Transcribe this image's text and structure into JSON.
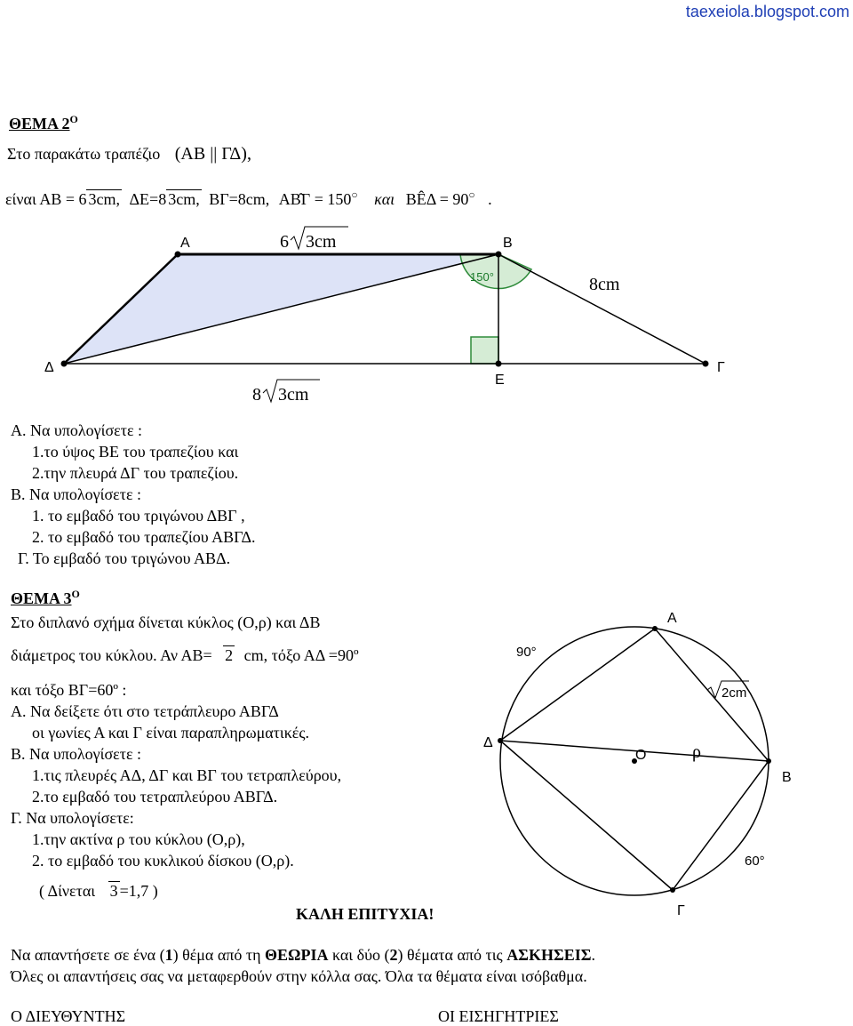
{
  "watermark": "taexeiola.blogspot.com",
  "theme2": {
    "title": "ΘΕΜΑ 2",
    "title_sup": "Ο",
    "intro": "Στο παρακάτω  τραπέζιο",
    "parallel": "(ΑΒ || ΓΔ),",
    "given_prefix": "είναι ΑΒ = 6",
    "given_ab_root": "3cm,",
    "given_e": "ΔΕ=8",
    "given_e_root": "3cm,",
    "given_bg": "ΒΓ=8cm,",
    "given_angle1": "ΑΒ̂Γ = 150",
    "kai": "και",
    "given_angle2": "ΒÊΔ = 90",
    "end_dot": ".",
    "figure": {
      "label_A": "Α",
      "label_B": "Β",
      "label_G": "Γ",
      "label_D": "Δ",
      "label_E": "Ε",
      "top_len_prefix": "6",
      "top_len_root": "3cm",
      "side_len": "8cm",
      "angle_label": "150°",
      "bottom_len_prefix": "8",
      "bottom_len_root": "3cm"
    },
    "qA": "Α. Να υπολογίσετε :",
    "qA1": "1.το ύψος ΒΕ του τραπεζίου και",
    "qA2": "2.την πλευρά ΔΓ του τραπεζίου.",
    "qB": "Β. Να υπολογίσετε :",
    "qB1": "1. το εμβαδό του τριγώνου ΔΒΓ  ,",
    "qB2": "2. το εμβαδό του τραπεζίου ΑΒΓΔ.",
    "qG": "Γ. Το εμβαδό του τριγώνου ΑΒΔ."
  },
  "theme3": {
    "title": "ΘΕΜΑ 3",
    "title_sup": "Ο",
    "l1": "Στο διπλανό σχήμα δίνεται κύκλος (Ο,ρ)  και ΔΒ",
    "l2_prefix": "διάμετρος του κύκλου. Αν ΑΒ=",
    "l2_root": "2",
    "l2_suffix": "cm, τόξο ΑΔ =90º",
    "l3": "και τόξο ΒΓ=60º :",
    "qA": "Α. Να  δείξετε ότι στο τετράπλευρο ΑΒΓΔ",
    "qA_cont": "οι γωνίες Α και Γ είναι παραπληρωματικές.",
    "qB": "Β. Να  υπολογίσετε :",
    "qB1": "1.τις πλευρές ΑΔ, ΔΓ και ΒΓ του τετραπλεύρου,",
    "qB2": "2.το εμβαδό του  τετραπλεύρου ΑΒΓΔ.",
    "qG": "Γ. Να υπολογίσετε:",
    "qG1": "1.την ακτίνα ρ του  κύκλου (Ο,ρ),",
    "qG2": "2. το εμβαδό του  κυκλικού δίσκου (Ο,ρ).",
    "given_prefix": "( Δίνεται",
    "given_root": "3",
    "given_suffix": "=1,7 )",
    "good_luck": "ΚΑΛΗ ΕΠΙΤΥΧΙΑ!",
    "figure": {
      "label_A": "Α",
      "label_B": "Β",
      "label_G": "Γ",
      "label_D": "Δ",
      "label_O": "Ο",
      "label_rho": "ρ",
      "arc_AD": "90°",
      "arc_BG": "60°",
      "ab_root": "2cm"
    }
  },
  "footer": {
    "l1_a": "Να απαντήσετε σε ένα (",
    "l1_b": "1",
    "l1_c": ") θέμα από τη ",
    "l1_d": "ΘΕΩΡΙΑ",
    "l1_e": " και δύο (",
    "l1_f": "2",
    "l1_g": ")  θέματα από τις ",
    "l1_h": "ΑΣΚΗΣΕΙΣ",
    "l1_i": ".",
    "l2": "Όλες οι απαντήσεις σας να μεταφερθούν στην κόλλα σας. Όλα τα θέματα είναι ισόβαθμα.",
    "director": "Ο ΔΙΕΥΘΥΝΤΗΣ",
    "teachers": "ΟΙ ΕΙΣΗΓΗΤΡΙΕΣ"
  },
  "colors": {
    "watermark": "#1f3fb5",
    "fill_triangle": "#dde3f7",
    "angle_fill": "#d5ecd5",
    "angle_stroke": "#2e8b3a"
  }
}
